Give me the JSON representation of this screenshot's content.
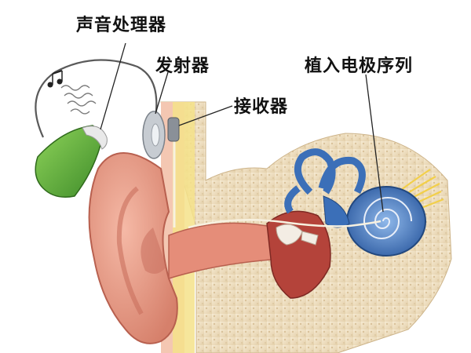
{
  "labels": {
    "sound_processor": "声音处理器",
    "transmitter": "发射器",
    "receiver": "接收器",
    "electrode_array": "植入电极序列"
  },
  "colors": {
    "skin": "#e89b86",
    "skin_shadow": "#c9705e",
    "bone": "#efe0c4",
    "cochlea": "#3b6fb8",
    "nerve": "#f2cf4a",
    "processor_green": "#5aab3a",
    "tissue_red": "#b4433a",
    "leader_line": "#222222"
  }
}
